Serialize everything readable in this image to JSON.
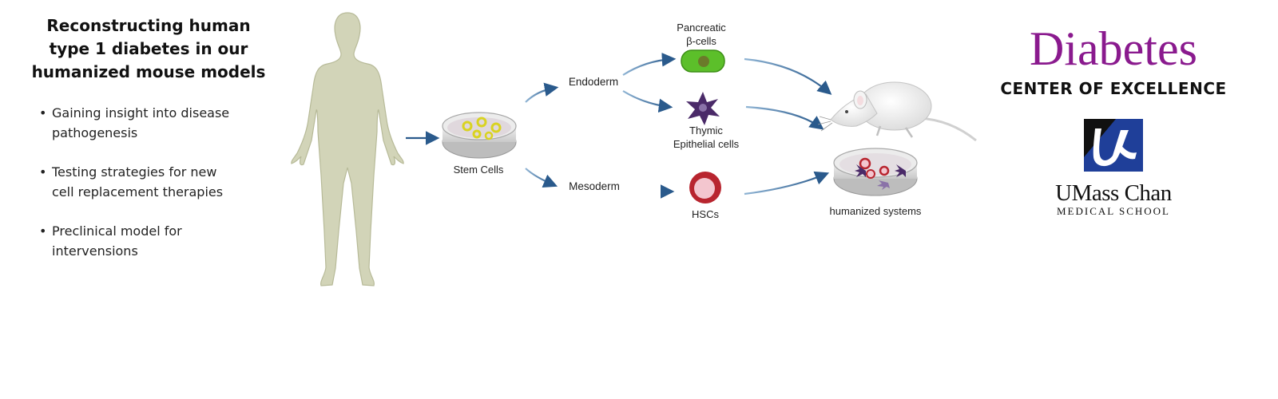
{
  "left": {
    "title_lines": [
      "Reconstructing human",
      "type 1 diabetes in our",
      "humanized mouse models"
    ],
    "bullets": [
      [
        "Gaining insight into disease",
        "pathogenesis"
      ],
      [
        "Testing strategies for new",
        "cell replacement therapies"
      ],
      [
        "Preclinical model for",
        "intervensions"
      ]
    ]
  },
  "diagram": {
    "stem_cells_label": "Stem Cells",
    "endoderm_label": "Endoderm",
    "mesoderm_label": "Mesoderm",
    "pancreatic_label": [
      "Pancreatic",
      "β-cells"
    ],
    "thymic_label": [
      "Thymic",
      "Epithelial cells"
    ],
    "hscs_label": "HSCs",
    "humanized_label": "humanized systems"
  },
  "brand": {
    "name": "Diabetes",
    "subtitle": "CENTER OF EXCELLENCE",
    "umass_name": "UMass Chan",
    "umass_school": "MEDICAL SCHOOL"
  },
  "colors": {
    "brand_purple": "#8a1a8e",
    "arrow_blue": "#2a5a8c",
    "silhouette": "#d2d4b8",
    "beta_cell_green": "#5cbf2a",
    "thymic_purple": "#4a2a68",
    "hsc_red": "#b8252f",
    "umass_blue": "#1f3f99"
  }
}
